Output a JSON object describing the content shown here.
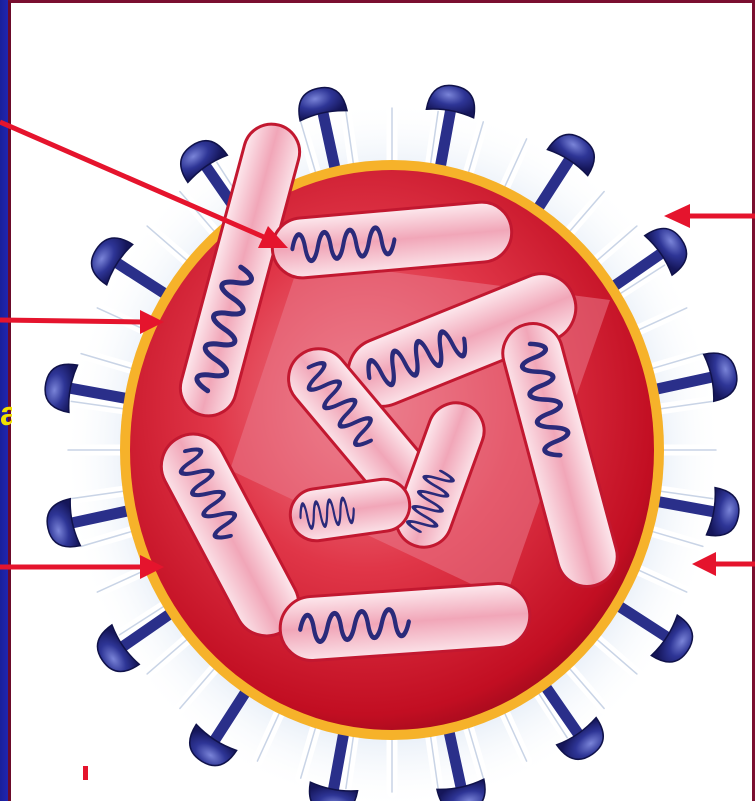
{
  "figure": {
    "side_label_fragment": "a",
    "colors": {
      "background_border": "#1a1f9a",
      "frame": "#7a0e30",
      "virus_core": "#d4182a",
      "lipid_envelope": "#f6b22a",
      "spike_knob": "#25277a",
      "ribonucleoprotein": "#f7cbd5",
      "helix": "#2a2a7a",
      "arrow": "#e5142d",
      "label_text": "#f2e100"
    },
    "icons": [
      "virus-particle",
      "spike-protein",
      "ribonucleoprotein-segment",
      "arrow"
    ]
  }
}
